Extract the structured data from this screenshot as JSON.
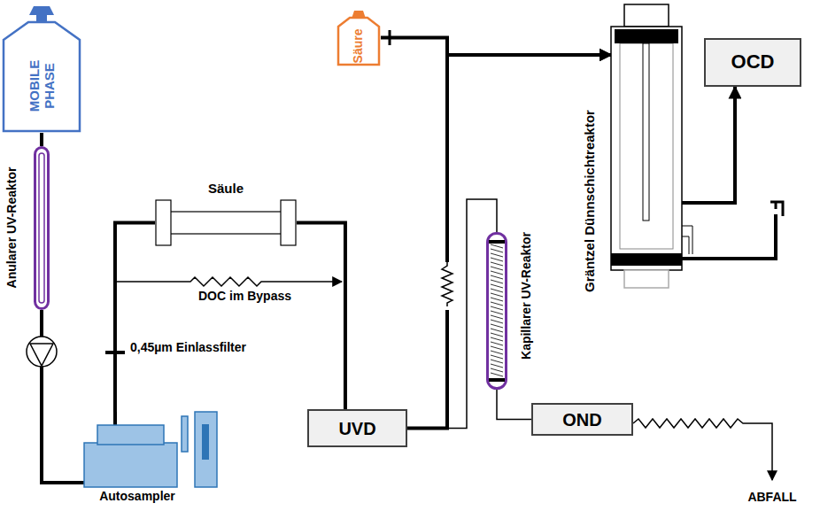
{
  "diagram": {
    "nodes": [
      {
        "text": [
          "MOBILE PHASE"
        ]
      },
      {
        "text": [
          "Säure"
        ]
      },
      {
        "text": [
          "Säule"
        ]
      },
      {
        "text": [
          "Gräntzel Dünnschichtreaktor"
        ]
      },
      {
        "text": [
          "OCD"
        ]
      },
      {
        "text": [
          "Anularer UV-Reaktor"
        ]
      },
      {
        "text": [
          "Kapillarer UV-Reaktor"
        ]
      },
      {
        "text": [
          "Autosampler"
        ]
      },
      {
        "text": [
          "UVD"
        ]
      },
      {
        "text": [
          "OND"
        ]
      }
    ],
    "edges": [
      {
        "from": 0,
        "to": 5,
        "arrow": "none"
      },
      {
        "from": 5,
        "to": 7,
        "arrow": "none"
      },
      {
        "from": 7,
        "to": 2,
        "arrow": "none"
      },
      {
        "from": 2,
        "to": 8,
        "arrow": "none"
      },
      {
        "from": 8,
        "to": 3,
        "arrow": "to"
      },
      {
        "from": 1,
        "to": 3,
        "arrow": "to"
      },
      {
        "from": 8,
        "to": 6,
        "arrow": "none"
      },
      {
        "from": 6,
        "to": 9,
        "arrow": "none"
      },
      {
        "from": 3,
        "to": 4,
        "arrow": "to"
      }
    ],
    "labels": [
      "DOC im Bypass",
      "0,45µm Einlassfilter",
      "ABFALL"
    ]
  }
}
